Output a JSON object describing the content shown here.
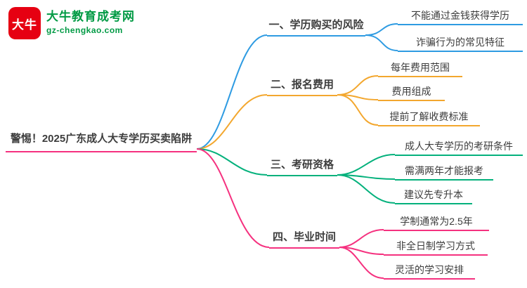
{
  "brand": {
    "mark_text": "大牛",
    "name": "大牛教育成考网",
    "url": "gz-chengkao.com",
    "green": "#009A44",
    "red": "#E60012"
  },
  "root": {
    "label": "警惕！2025广东成人大专学历买卖陷阱",
    "underline_color": "#F5317F"
  },
  "branches": [
    {
      "label": "一、学历购买的风险",
      "color": "#2E9BE2",
      "children": [
        "不能通过金钱获得学历",
        "诈骗行为的常见特征"
      ]
    },
    {
      "label": "二、报名费用",
      "color": "#F3A72E",
      "children": [
        "每年费用范围",
        "费用组成",
        "提前了解收费标准"
      ]
    },
    {
      "label": "三、考研资格",
      "color": "#04B17C",
      "children": [
        "成人大专学历的考研条件",
        "需满两年才能报考",
        "建议先专升本"
      ]
    },
    {
      "label": "四、毕业时间",
      "color": "#F5317F",
      "children": [
        "学制通常为2.5年",
        "非全日制学习方式",
        "灵活的学习安排"
      ]
    }
  ]
}
